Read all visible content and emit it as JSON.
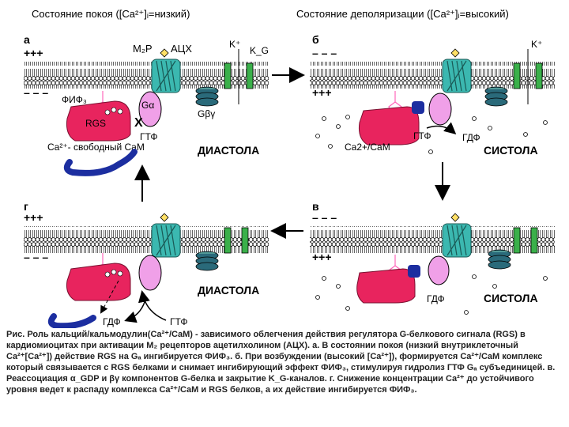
{
  "titles": {
    "left": "Состояние покоя ([Ca²⁺]ᵢ=низкий)",
    "right": "Состояние деполяризации ([Ca²⁺]ᵢ=высокий)"
  },
  "panels": {
    "a": {
      "letter": "а",
      "top_charge": "+++",
      "bottom_charge": "– – –",
      "receptor": "M₂P",
      "ligand": "АЦХ",
      "k_channel": "K⁺",
      "k_label": "K_G",
      "pip3": "ФИФ₃",
      "rgs": "RGS",
      "galpha": "Gα",
      "gbg": "Gβγ",
      "gtp": "ГТФ",
      "cam": "Ca²⁺- свободный CaM",
      "state": "ДИАСТОЛА",
      "block": "X"
    },
    "b": {
      "letter": "б",
      "top_charge": "– – –",
      "bottom_charge": "+++",
      "k_channel": "K⁺",
      "cacam": "Ca2+/CaM",
      "gtp": "ГТФ",
      "gdp": "ГДФ",
      "state": "СИСТОЛА"
    },
    "c": {
      "letter": "в",
      "top_charge": "– – –",
      "bottom_charge": "+++",
      "gdp": "ГДФ",
      "state": "СИСТОЛА"
    },
    "d": {
      "letter": "г",
      "top_charge": "+++",
      "bottom_charge": "– – –",
      "gdp": "ГДФ",
      "gtp": "ГТФ",
      "state": "ДИАСТОЛА"
    }
  },
  "caption": "Рис. Роль кальций/кальмодулин(Ca²⁺/CaM) - зависимого облегчения действия регулятора G-белкового сигнала (RGS) в кардиомиоцитах при активации M₂ рецепторов ацетилхолином (АЦХ). а. В состоянии покоя (низкий внутриклеточный Ca²⁺[Ca²⁺]) действие RGS на Gₐ ингибируется ФИФ₃. б. При возбуждении (высокий [Ca²⁺]), формируется Ca²⁺/CaM комплекс который связывается с RGS белками и снимает ингибирующий эффект ФИФ₃, стимулируя гидролиз ГТФ Gₐ субъединицей. в. Реассоциация α_GDP и βγ компонентов G-белка и закрытие K_G-каналов. г. Снижение концентрации Ca²⁺ до устойчивого уровня ведет к распаду комплекса Ca²⁺/CaM и RGS белков, а их действие ингибируется ФИФ₃.",
  "colors": {
    "rgs": "#e8245e",
    "galpha": "#f0a0e8",
    "receptor": "#3bb8b0",
    "k_channel": "#3ab04a",
    "gbg": "#2a6a7a",
    "cam": "#1c2ea0",
    "pip3": "#ff66bb",
    "ligand": "#ffe066"
  },
  "icons": {
    "arrow": "arrow-icon",
    "membrane": "lipid-bilayer"
  }
}
